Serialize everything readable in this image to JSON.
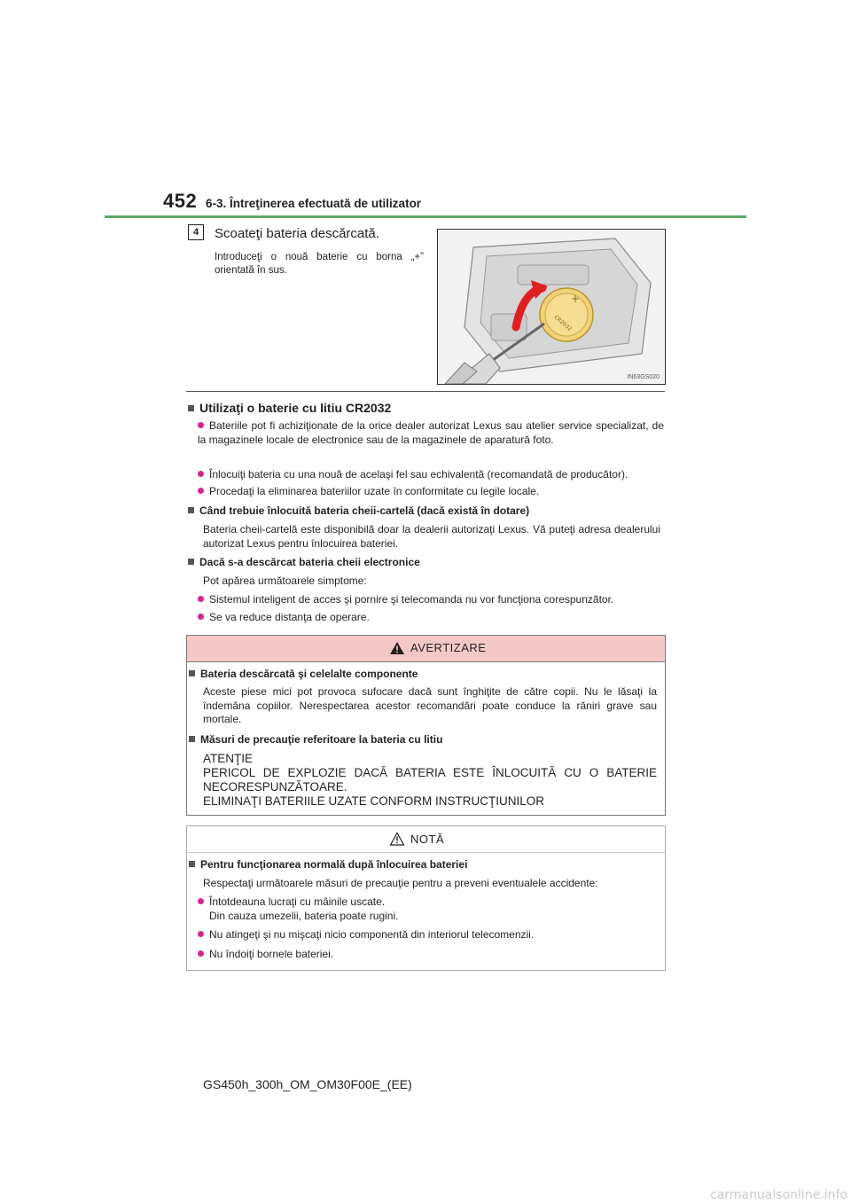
{
  "header": {
    "page_number": "452",
    "section": "6-3. Întreţinerea efectuată de utilizator"
  },
  "step": {
    "number": "4",
    "title": "Scoateţi bateria descărcată.",
    "description": "Introduceţi o nouă baterie cu borna „+” orientată în sus.",
    "figure_code": "IN63GS020",
    "battery_label": "CR2032"
  },
  "notes": [
    {
      "heading": "Utilizaţi o baterie cu litiu CR2032",
      "bullets": [
        "Bateriile pot fi achiziţionate de la orice dealer autorizat Lexus sau atelier service specializat, de la magazinele locale de electronice sau de la magazinele de aparatură foto.",
        "Înlocuiţi bateria cu una nouă de acelaşi fel sau echivalentă (recomandată de producător).",
        "Procedaţi la eliminarea bateriilor uzate în conformitate cu legile locale."
      ]
    },
    {
      "heading": "Când trebuie înlocuită bateria cheii-cartelă (dacă există în dotare)",
      "text": "Bateria cheii-cartelă este disponibilă doar la dealerii autorizaţi Lexus. Vă puteţi adresa dealerului autorizat Lexus pentru înlocuirea bateriei."
    },
    {
      "heading": "Dacă s-a descărcat bateria cheii electronice",
      "text": "Pot apărea următoarele simptome:",
      "bullets": [
        "Sistemul inteligent de acces şi pornire şi telecomanda nu vor funcţiona corespunzător.",
        "Se va reduce distanţa de operare."
      ]
    }
  ],
  "warning": {
    "title": "AVERTIZARE",
    "items": [
      {
        "heading": "Bateria descărcată şi celelalte componente",
        "text": "Aceste piese mici pot provoca sufocare dacă sunt înghiţite de către copii. Nu le lăsaţi la îndemâna copiilor. Nerespectarea acestor recomandări poate conduce la răniri grave sau mortale."
      },
      {
        "heading": "Măsuri de precauţie referitoare la bateria cu litiu",
        "lines": [
          "ATENŢIE",
          "PERICOL DE EXPLOZIE DACĂ BATERIA ESTE ÎNLOCUITĂ CU O BATERIE NECORESPUNZĂTOARE.",
          "ELIMINAŢI BATERIILE UZATE CONFORM INSTRUCŢIUNILOR"
        ]
      }
    ]
  },
  "notice": {
    "title": "NOTĂ",
    "heading": "Pentru funcţionarea normală după înlocuirea bateriei",
    "text": "Respectaţi următoarele măsuri de precauţie pentru a preveni eventualele accidente:",
    "bullets": [
      {
        "line1": "Întotdeauna lucraţi cu mâinile uscate.",
        "line2": "Din cauza umezelii, bateria poate rugini."
      },
      {
        "line1": "Nu atingeţi şi nu mişcaţi nicio componentă din interiorul telecomenzii."
      },
      {
        "line1": "Nu îndoiţi bornele bateriei."
      }
    ]
  },
  "footer": {
    "code": "GS450h_300h_OM_OM30F00E_(EE)"
  },
  "watermark": {
    "text": "carmanualsonline.info"
  },
  "colors": {
    "accent_green": "#5fa865",
    "bullet_magenta": "#d4258e",
    "warning_bg": "#f5c8c8"
  }
}
